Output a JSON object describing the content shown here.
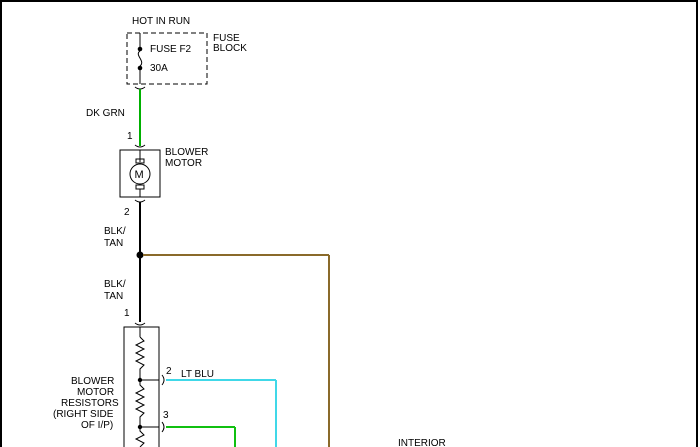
{
  "power": {
    "hot_in_run": "HOT IN RUN"
  },
  "fuse_block": {
    "title_line1": "FUSE",
    "title_line2": "BLOCK",
    "fuse_name": "FUSE F2",
    "fuse_rating": "30A"
  },
  "wires": {
    "dk_grn": "DK GRN",
    "blk_tan_1_line1": "BLK/",
    "blk_tan_1_line2": "TAN",
    "blk_tan_2_line1": "BLK/",
    "blk_tan_2_line2": "TAN",
    "lt_blu": "LT BLU"
  },
  "blower_motor": {
    "label_line1": "BLOWER",
    "label_line2": "MOTOR",
    "symbol": "M",
    "pin_top": "1",
    "pin_bottom": "2"
  },
  "resistors": {
    "pin_top": "1",
    "pin_2": "2",
    "pin_3": "3",
    "label_line1": "BLOWER",
    "label_line2": "MOTOR",
    "label_line3": "RESISTORS",
    "label_line4": "(RIGHT SIDE",
    "label_line5": "OF I/P)"
  },
  "bottom": {
    "interior": "INTERIOR"
  },
  "colors": {
    "dk_grn": "#00b000",
    "blk_tan": "#8a6a2a",
    "lt_blu": "#40d8e8",
    "green": "#10c010"
  }
}
